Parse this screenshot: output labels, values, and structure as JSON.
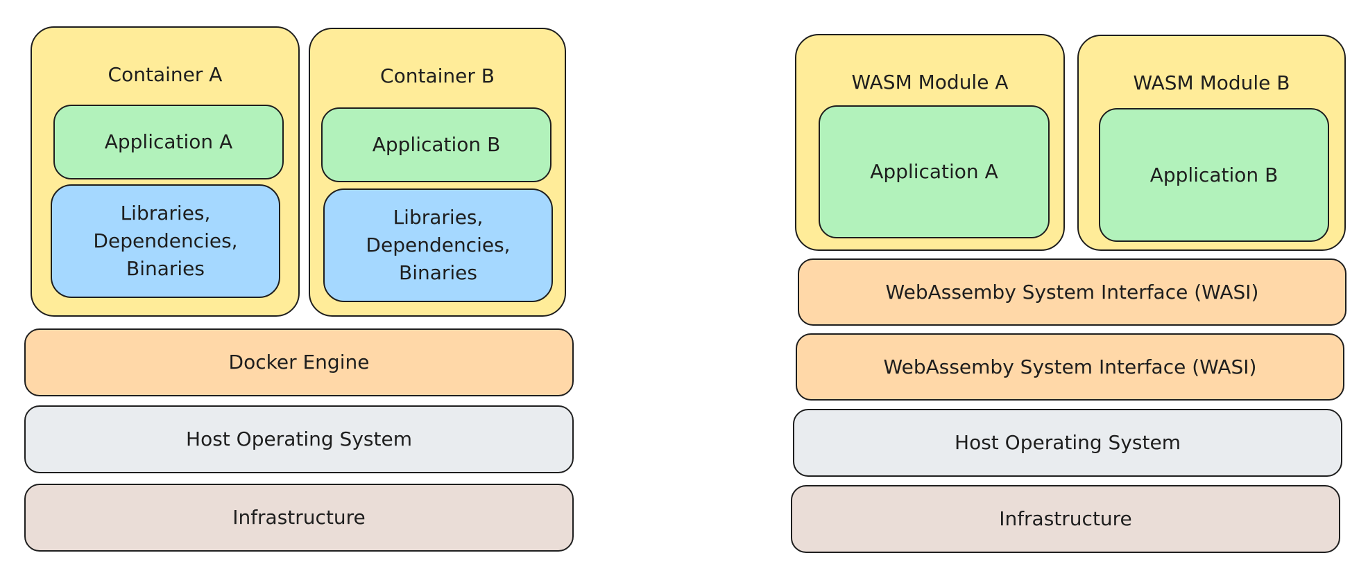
{
  "docker_stack": {
    "containers": [
      {
        "title": "Container A",
        "application": "Application A",
        "libs": [
          "Libraries,",
          "Dependencies,",
          "Binaries"
        ]
      },
      {
        "title": "Container B",
        "application": "Application B",
        "libs": [
          "Libraries,",
          "Dependencies,",
          "Binaries"
        ]
      }
    ],
    "engine": "Docker Engine",
    "host_os": "Host Operating System",
    "infrastructure": "Infrastructure"
  },
  "wasm_stack": {
    "modules": [
      {
        "title": "WASM Module A",
        "application": "Application A"
      },
      {
        "title": "WASM Module B",
        "application": "Application B"
      }
    ],
    "wasi_layers": [
      "WebAssemby System Interface (WASI)",
      "WebAssemby System Interface (WASI)"
    ],
    "host_os": "Host Operating System",
    "infrastructure": "Infrastructure"
  },
  "colors": {
    "container": "#ffec99",
    "application": "#b2f2bb",
    "libraries": "#a5d8ff",
    "engine": "#ffd8a8",
    "host_os": "#e9ecef",
    "infrastructure": "#eaddd7",
    "stroke": "#1e1e1e"
  }
}
